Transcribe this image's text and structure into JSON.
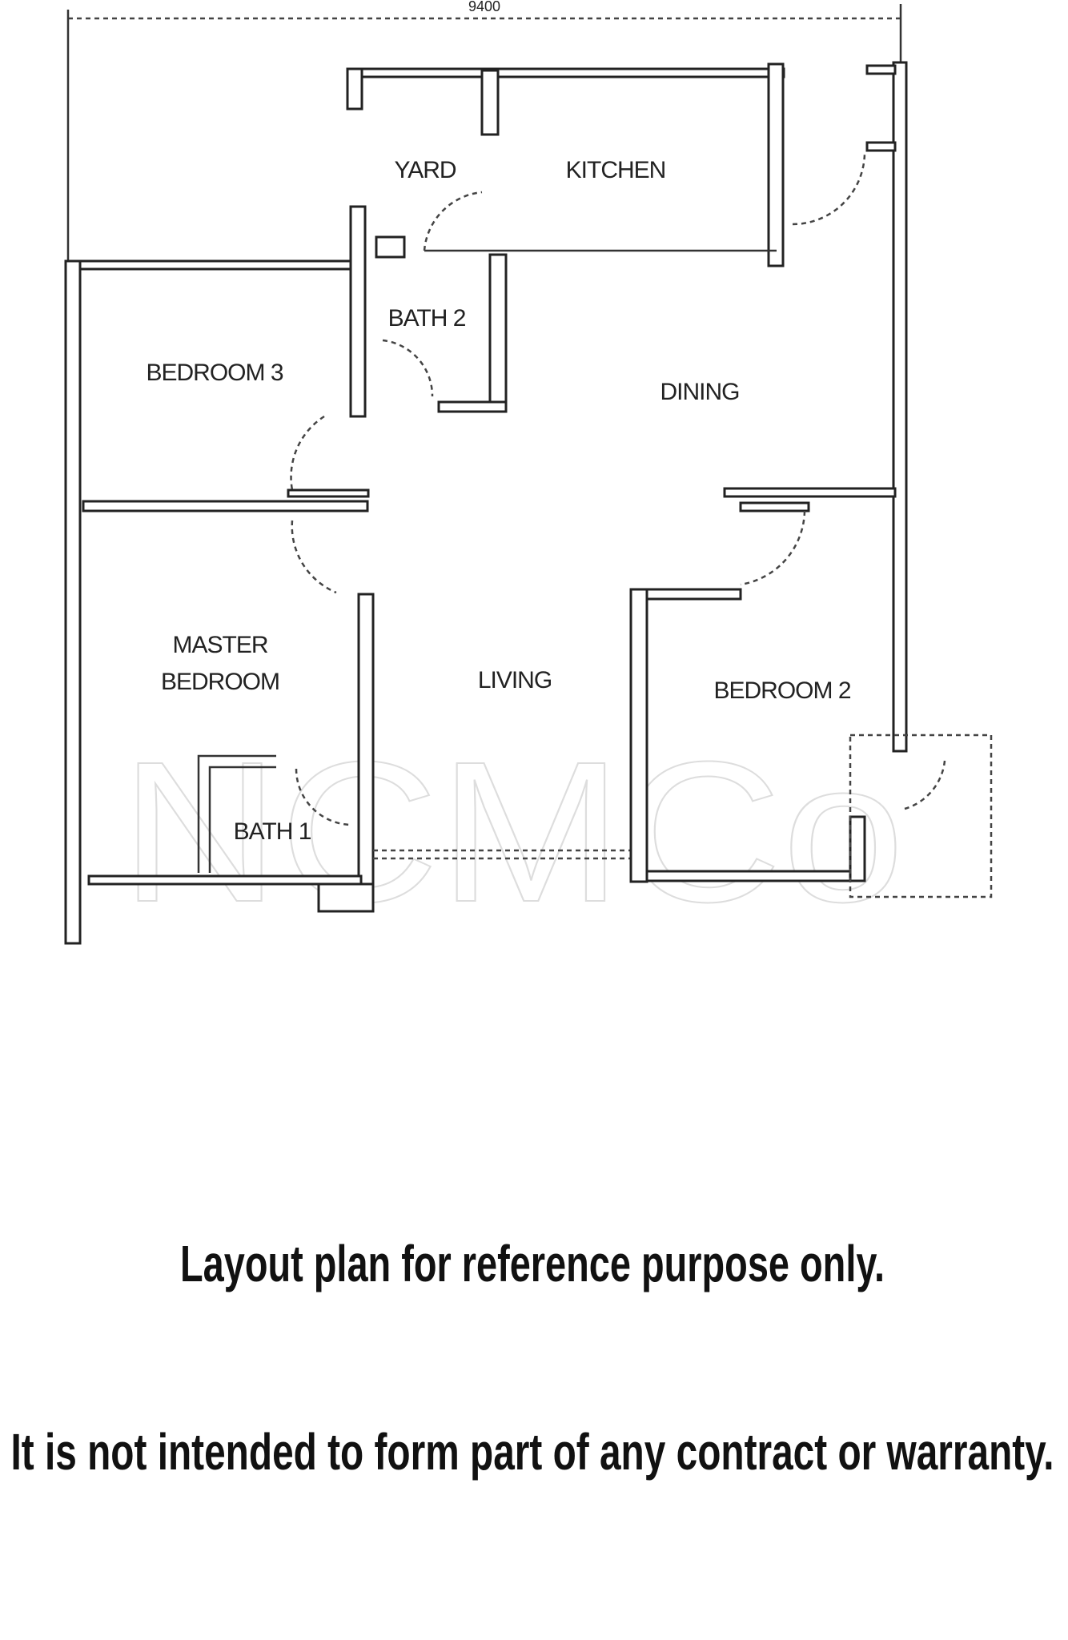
{
  "plan": {
    "dimension_label": "9400",
    "rooms": {
      "yard": "YARD",
      "kitchen": "KITCHEN",
      "bath2": "BATH 2",
      "bedroom3": "BEDROOM 3",
      "dining": "DINING",
      "master_line1": "MASTER",
      "master_line2": "BEDROOM",
      "living": "LIVING",
      "bedroom2": "BEDROOM 2",
      "bath1": "BATH 1"
    },
    "watermark": "NCMCo"
  },
  "disclaimer": {
    "line1": "Layout plan for reference purpose only.",
    "line2": "It is not intended to form part of any contract or warranty."
  }
}
